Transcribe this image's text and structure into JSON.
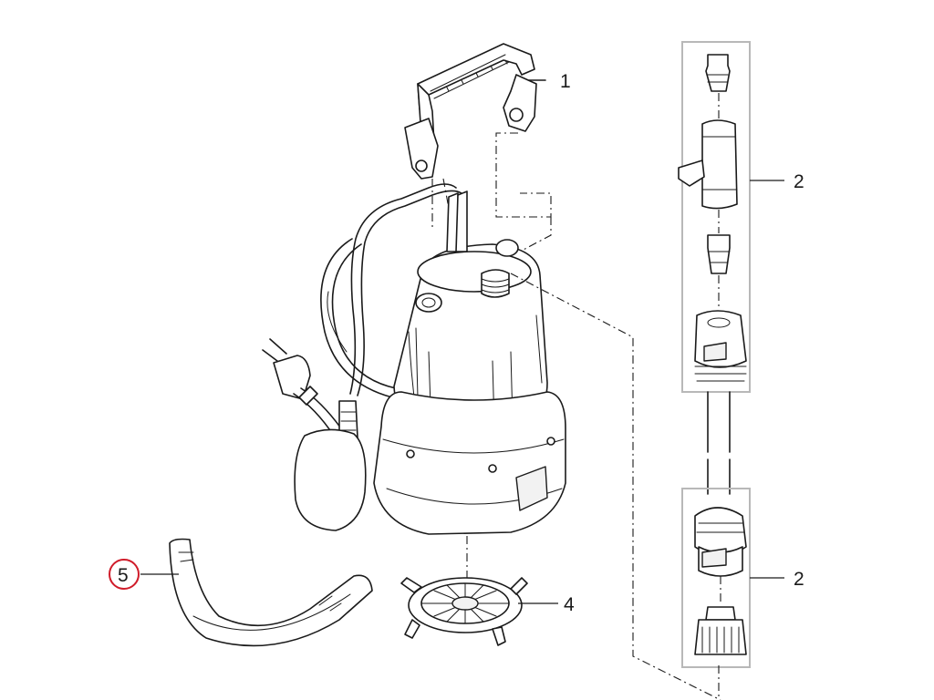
{
  "callouts": {
    "c1": "1",
    "c2a": "2",
    "c2b": "2",
    "c4": "4",
    "c5": "5"
  },
  "colors": {
    "line": "#1a1a1a",
    "frame": "#b8b8b8",
    "highlight": "#d01c2a"
  }
}
